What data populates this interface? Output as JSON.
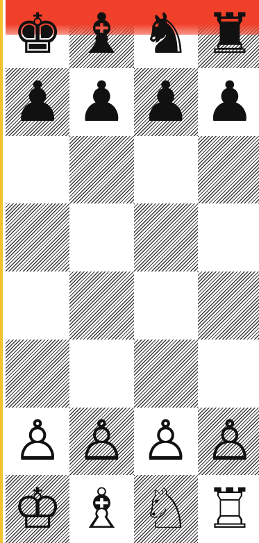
{
  "colors": {
    "highlight": "#f0402a",
    "left_edge": "#f2c230",
    "ink": "#111111",
    "light_square": "#ffffff"
  },
  "board": {
    "visible_files": 4,
    "visible_ranks": 8,
    "highlighted_row": 0,
    "rows": [
      [
        {
          "shade": "light",
          "piece": "king-icon",
          "color": "black",
          "glyph": "♚"
        },
        {
          "shade": "dark",
          "piece": "bishop-icon",
          "color": "black",
          "glyph": "♝"
        },
        {
          "shade": "light",
          "piece": "knight-icon",
          "color": "black",
          "glyph": "♞"
        },
        {
          "shade": "dark",
          "piece": "rook-icon",
          "color": "black",
          "glyph": "♜"
        }
      ],
      [
        {
          "shade": "dark",
          "piece": "pawn-icon",
          "color": "black",
          "glyph": "♟"
        },
        {
          "shade": "light",
          "piece": "pawn-icon",
          "color": "black",
          "glyph": "♟"
        },
        {
          "shade": "dark",
          "piece": "pawn-icon",
          "color": "black",
          "glyph": "♟"
        },
        {
          "shade": "light",
          "piece": "pawn-icon",
          "color": "black",
          "glyph": "♟"
        }
      ],
      [
        {
          "shade": "light",
          "piece": null,
          "color": null,
          "glyph": ""
        },
        {
          "shade": "dark",
          "piece": null,
          "color": null,
          "glyph": ""
        },
        {
          "shade": "light",
          "piece": null,
          "color": null,
          "glyph": ""
        },
        {
          "shade": "dark",
          "piece": null,
          "color": null,
          "glyph": ""
        }
      ],
      [
        {
          "shade": "dark",
          "piece": null,
          "color": null,
          "glyph": ""
        },
        {
          "shade": "light",
          "piece": null,
          "color": null,
          "glyph": ""
        },
        {
          "shade": "dark",
          "piece": null,
          "color": null,
          "glyph": ""
        },
        {
          "shade": "light",
          "piece": null,
          "color": null,
          "glyph": ""
        }
      ],
      [
        {
          "shade": "light",
          "piece": null,
          "color": null,
          "glyph": ""
        },
        {
          "shade": "dark",
          "piece": null,
          "color": null,
          "glyph": ""
        },
        {
          "shade": "light",
          "piece": null,
          "color": null,
          "glyph": ""
        },
        {
          "shade": "dark",
          "piece": null,
          "color": null,
          "glyph": ""
        }
      ],
      [
        {
          "shade": "dark",
          "piece": null,
          "color": null,
          "glyph": ""
        },
        {
          "shade": "light",
          "piece": null,
          "color": null,
          "glyph": ""
        },
        {
          "shade": "dark",
          "piece": null,
          "color": null,
          "glyph": ""
        },
        {
          "shade": "light",
          "piece": null,
          "color": null,
          "glyph": ""
        }
      ],
      [
        {
          "shade": "light",
          "piece": "pawn-icon",
          "color": "white",
          "glyph": "♙"
        },
        {
          "shade": "dark",
          "piece": "pawn-icon",
          "color": "white",
          "glyph": "♙"
        },
        {
          "shade": "light",
          "piece": "pawn-icon",
          "color": "white",
          "glyph": "♙"
        },
        {
          "shade": "dark",
          "piece": "pawn-icon",
          "color": "white",
          "glyph": "♙"
        }
      ],
      [
        {
          "shade": "dark",
          "piece": "king-icon",
          "color": "white",
          "glyph": "♔"
        },
        {
          "shade": "light",
          "piece": "bishop-icon",
          "color": "white",
          "glyph": "♗"
        },
        {
          "shade": "dark",
          "piece": "knight-icon",
          "color": "white",
          "glyph": "♘"
        },
        {
          "shade": "light",
          "piece": "rook-icon",
          "color": "white",
          "glyph": "♖"
        }
      ]
    ]
  }
}
